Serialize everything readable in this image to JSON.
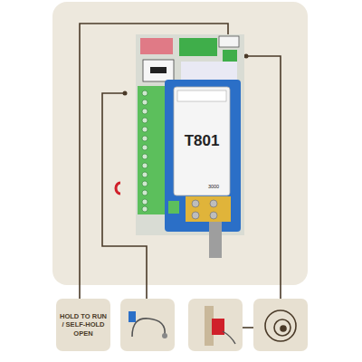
{
  "diagram": {
    "nodes": [
      {
        "text": [
          "HOLD TO RUN / SELF-HOLD OPEN"
        ]
      }
    ],
    "labels": [
      "T801",
      "3000"
    ]
  }
}
